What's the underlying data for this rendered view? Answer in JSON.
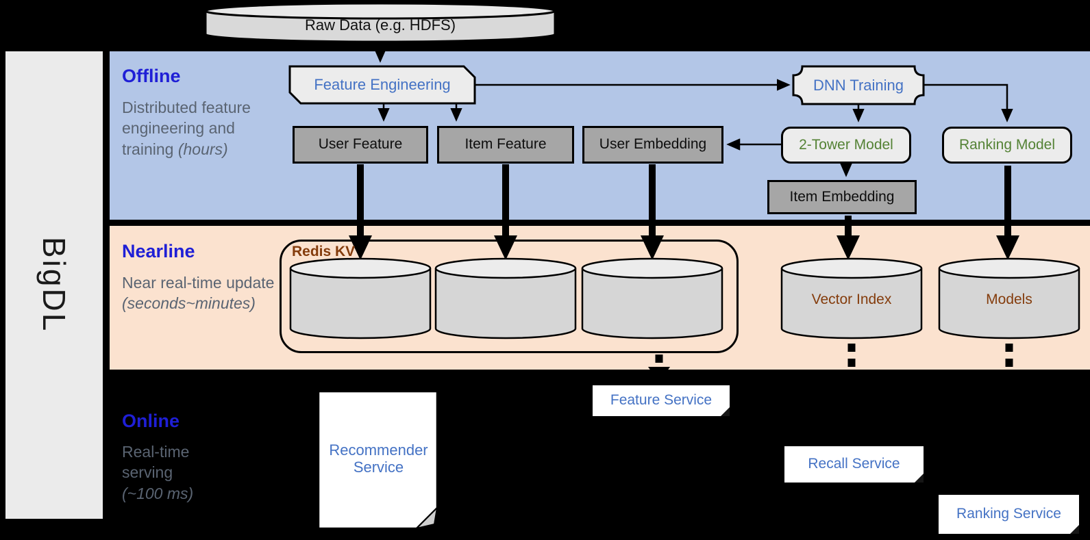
{
  "brand": {
    "label": "BigDL"
  },
  "source": {
    "label": "Raw Data (e.g. HDFS)"
  },
  "lanes": {
    "offline": {
      "title": "Offline",
      "subtitle": "Distributed feature engineering and training",
      "note": "(hours)"
    },
    "nearline": {
      "title": "Nearline",
      "subtitle": "Near real-time update",
      "note": "(seconds~minutes)"
    },
    "online": {
      "title": "Online",
      "subtitle": "Real-time serving",
      "note": "(~100 ms)"
    }
  },
  "nodes": {
    "feature_engineering": "Feature Engineering",
    "dnn_training": "DNN Training",
    "user_feature": "User Feature",
    "item_feature": "Item Feature",
    "user_embedding": "User Embedding",
    "two_tower_model": "2-Tower Model",
    "ranking_model": "Ranking Model",
    "item_embedding": "Item Embedding"
  },
  "nearline_stores": {
    "redis_kv": "Redis KV",
    "vector_index": "Vector Index",
    "models": "Models"
  },
  "services": {
    "recommender": "Recommender Service",
    "feature": "Feature Service",
    "recall": "Recall Service",
    "ranking": "Ranking Service"
  },
  "colors": {
    "background": "#000000",
    "offline_band": "#b3c6e7",
    "nearline_band": "#fbe2cf",
    "sidebar_band": "#ebebeb",
    "lane_title": "#1f1fd6",
    "lane_subtitle": "#5a6472",
    "process_text": "#4472c4",
    "model_text": "#548235",
    "storage_text": "#843c0c",
    "service_text": "#4472c4",
    "box_dark_fill": "#a6a6a6",
    "box_light_fill": "#ececec",
    "cylinder_fill": "#d6d6d6"
  }
}
